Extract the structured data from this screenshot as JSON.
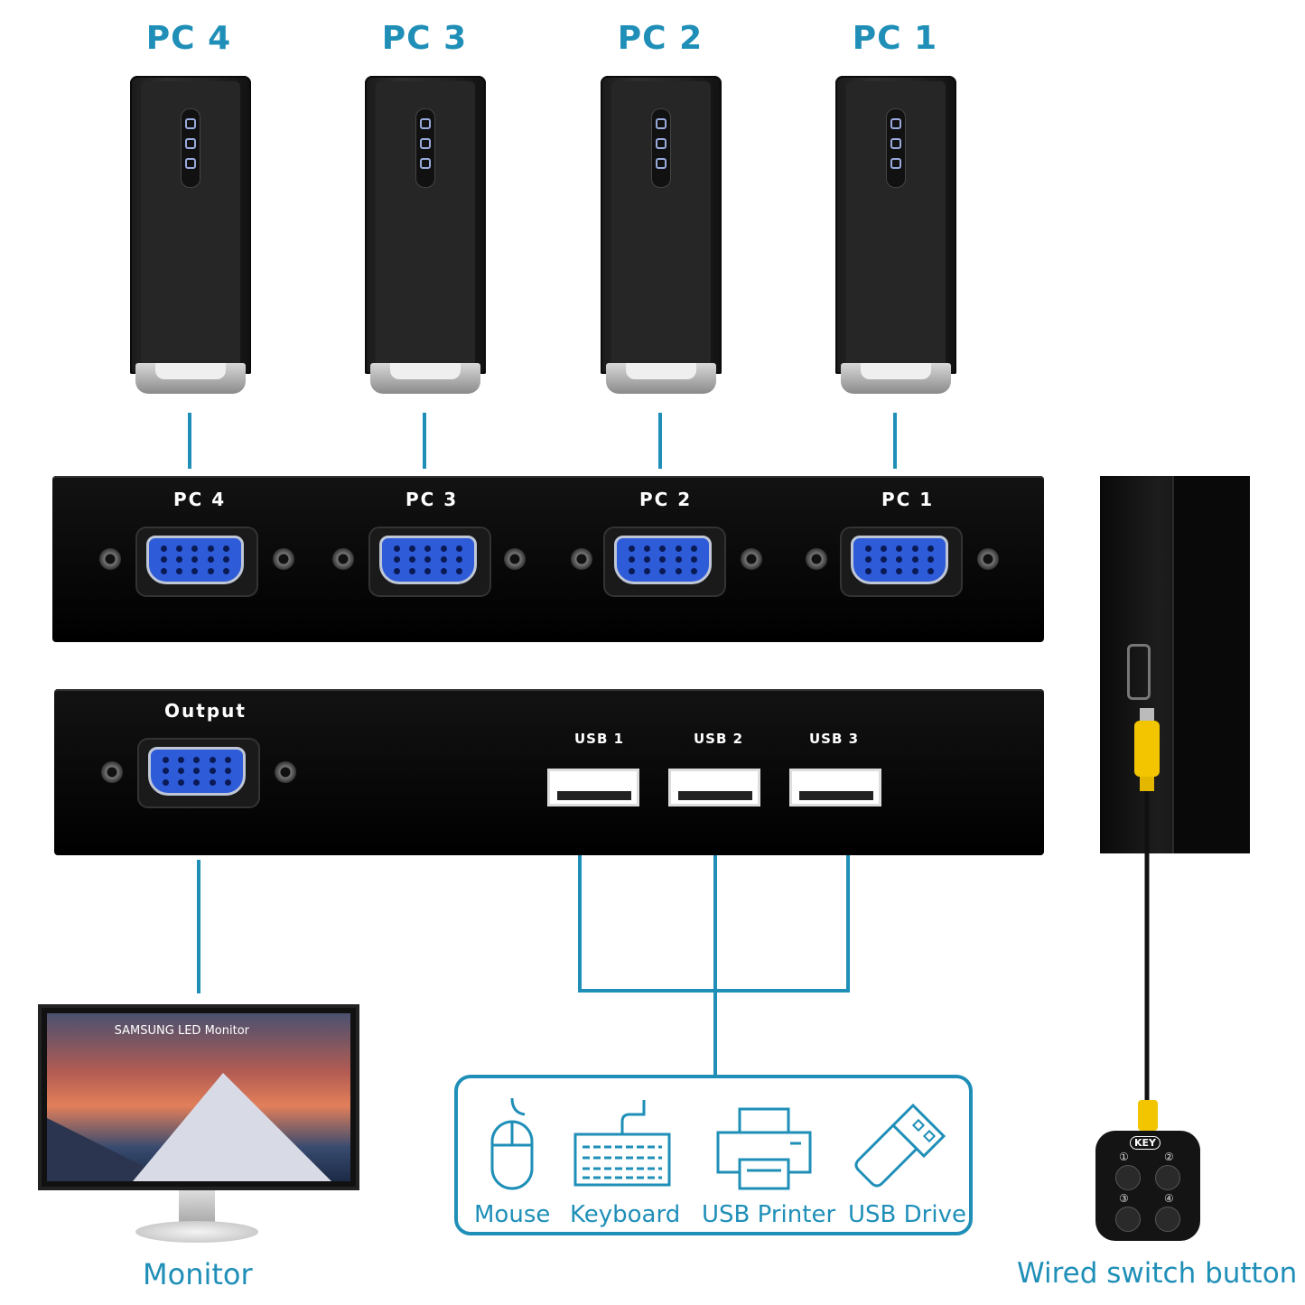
{
  "top_labels": [
    "PC 4",
    "PC 3",
    "PC 2",
    "PC 1"
  ],
  "input_panel_labels": [
    "PC 4",
    "PC 3",
    "PC 2",
    "PC 1"
  ],
  "output_label": "Output",
  "usb_labels": [
    "USB 1",
    "USB 2",
    "USB 3"
  ],
  "devices": [
    "Mouse",
    "Keyboard",
    "USB Printer",
    "USB Drive"
  ],
  "monitor_label": "Monitor",
  "monitor_brand": "SAMSUNG LED Monitor",
  "switch_label": "Wired switch button",
  "keypad": {
    "key": "KEY",
    "buttons": [
      "①",
      "②",
      "③",
      "④"
    ]
  },
  "colors": {
    "accent": "#1f8fb8",
    "vga_blue": "#2e5bd8",
    "cable_yellow": "#f2c500"
  },
  "icons": [
    "computer-tower-icon",
    "vga-port-icon",
    "usb-port-icon",
    "mouse-icon",
    "keyboard-icon",
    "printer-icon",
    "usb-drive-icon",
    "monitor-icon",
    "keypad-icon"
  ]
}
